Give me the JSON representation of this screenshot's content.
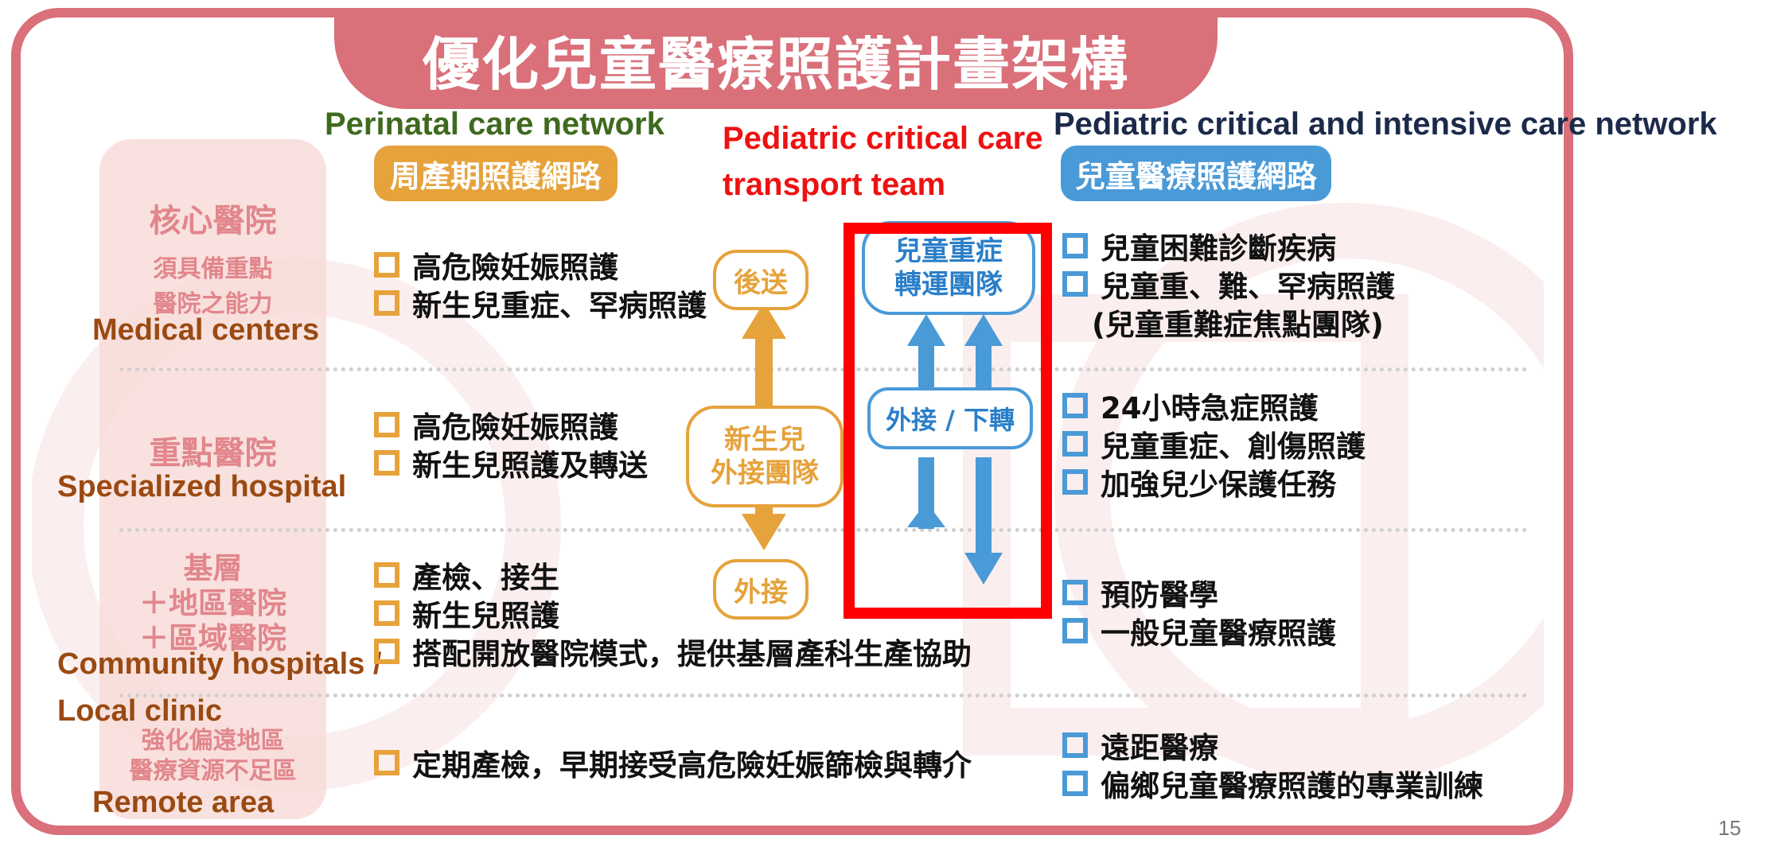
{
  "title": "優化兒童醫療照護計畫架構",
  "labels_en": {
    "perinatal": "Perinatal care network",
    "transport": "Pediatric critical care transport team",
    "transport_line1": "Pediatric critical care",
    "transport_line2": "transport team",
    "pediatric_network": "Pediatric critical and intensive care network",
    "medical_centers": "Medical centers",
    "specialized": "Specialized hospital",
    "community_line1": "Community hospitals /",
    "community_line2": "Local clinic",
    "remote": "Remote area"
  },
  "levels": {
    "core": {
      "title": "核心醫院",
      "sub1": "須具備重點",
      "sub2": "醫院之能力"
    },
    "key": {
      "title": "重點醫院"
    },
    "primary": {
      "line1": "基層",
      "line2": "＋地區醫院",
      "line3": "＋區域醫院"
    },
    "remote": {
      "line1": "強化偏遠地區",
      "line2": "醫療資源不足區"
    }
  },
  "headers": {
    "perinatal": "周產期照護網路",
    "pediatric": "兒童醫療照護網路"
  },
  "perinatal_items": {
    "core": [
      "高危險妊娠照護",
      "新生兒重症、罕病照護"
    ],
    "key": [
      "高危險妊娠照護",
      "新生兒照護及轉送"
    ],
    "primary": [
      "產檢、接生",
      "新生兒照護",
      "搭配開放醫院模式，提供基層產科生產協助"
    ],
    "remote": [
      "定期產檢，早期接受高危險妊娠篩檢與轉介"
    ]
  },
  "pediatric_items": {
    "core": [
      "兒童困難診斷疾病",
      "兒童重、難、罕病照護",
      "(兒童重難症焦點團隊)"
    ],
    "key": [
      "24小時急症照護",
      "兒童重症、創傷照護",
      "加強兒少保護任務"
    ],
    "primary": [
      "預防醫學",
      "一般兒童醫療照護"
    ],
    "remote": [
      "遠距醫療",
      "偏鄉兒童醫療照護的專業訓練"
    ]
  },
  "flow": {
    "back_transfer": "後送",
    "neonatal_team_line1": "新生兒",
    "neonatal_team_line2": "外接團隊",
    "pickup": "外接",
    "transport_team_line1": "兒童重症",
    "transport_team_line2": "轉運團隊",
    "pickup_down": "外接 / 下轉"
  },
  "page_number": "15",
  "colors": {
    "frame": "#d9707a",
    "orange": "#e6a23b",
    "blue": "#4a9ad8",
    "green_label": "#3f6a1e",
    "red_label": "#ee1111",
    "navy_label": "#1c2a4a",
    "brown_label": "#9a4a12"
  }
}
